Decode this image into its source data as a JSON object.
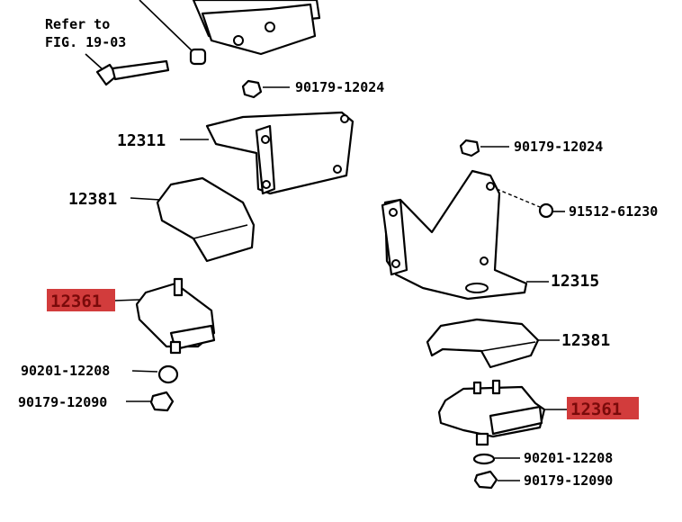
{
  "reference": {
    "line1": "Refer to",
    "line2": "FIG. 19-03"
  },
  "highlight_color": "#d23c3c",
  "labels": {
    "nut_top_left": "90179-12024",
    "bracket_left": "12311",
    "insulator_left": "12381",
    "mount_left": "12361",
    "washer_left": "90201-12208",
    "nut_bottom_left": "90179-12090",
    "nut_top_right": "90179-12024",
    "bolt_right": "91512-61230",
    "bracket_right": "12315",
    "insulator_right": "12381",
    "mount_right": "12361",
    "washer_right": "90201-12208",
    "nut_bottom_right": "90179-12090"
  }
}
